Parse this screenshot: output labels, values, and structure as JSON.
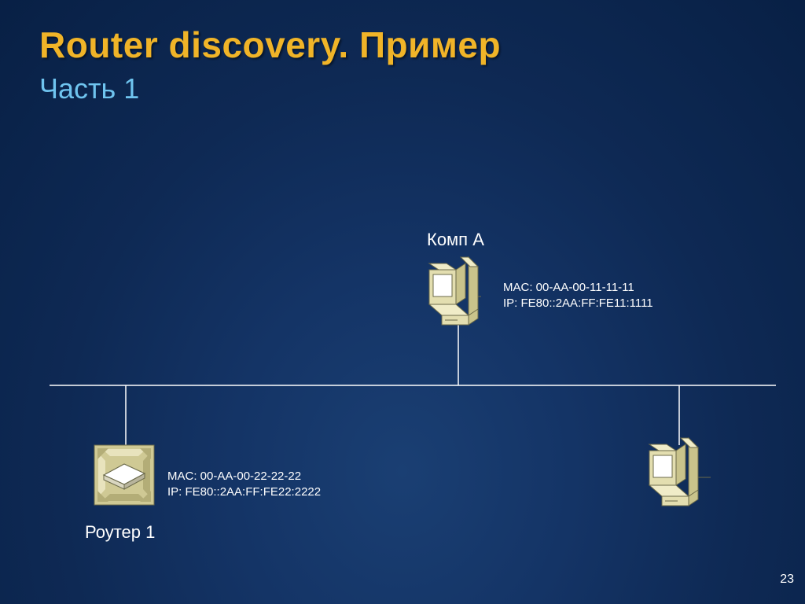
{
  "slide": {
    "title": "Router discovery. Пример",
    "subtitle": "Часть 1",
    "page_number": "23"
  },
  "nodes": {
    "comp_a": {
      "name": "Комп А",
      "mac": "MAC: 00-AA-00-11-11-11",
      "ip": "IP: FE80::2AA:FF:FE11:1111",
      "icon": "computer-icon"
    },
    "router_1": {
      "name": "Роутер 1",
      "mac": "MAC: 00-AA-00-22-22-22",
      "ip": "IP: FE80::2AA:FF:FE22:2222",
      "icon": "router-icon"
    },
    "computer_2": {
      "icon": "computer-icon"
    }
  },
  "colors": {
    "title": "#f0b428",
    "subtitle": "#6fc4ef",
    "text": "#ffffff",
    "icon_face": "#e3deb0",
    "icon_side": "#c9c38b",
    "icon_outline": "#6b6a4a"
  }
}
